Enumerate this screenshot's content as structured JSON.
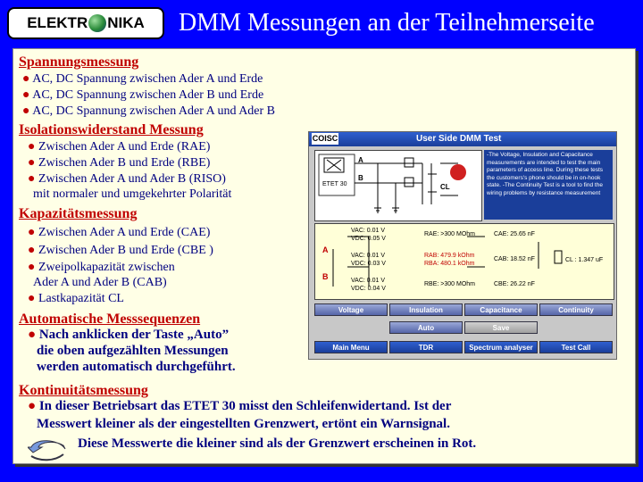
{
  "logo": {
    "text_left": "ELEKTR",
    "text_right": "NIKA"
  },
  "title": "DMM Messungen an der Teilnehmerseite",
  "sections": {
    "voltage": {
      "heading": "Spannungsmessung",
      "items": [
        "AC, DC Spannung zwischen Ader A und Erde",
        "AC, DC Spannung zwischen Ader B und Erde",
        "AC, DC Spannung zwischen Ader A und Ader B"
      ]
    },
    "insulation": {
      "heading": "Isolationswiderstand Messung",
      "items": [
        "Zwischen Ader A und Erde (RAE)",
        "Zwischen Ader B und Erde (RBE)",
        "Zwischen Ader A und Ader B (RISO)"
      ],
      "cont": "mit normaler und umgekehrter Polarität"
    },
    "capacitance": {
      "heading": "Kapazitätsmessung",
      "items": [
        "Zwischen Ader A und Erde (CAE)",
        "Zwischen Ader B und Erde (CBE )",
        "Zweipolkapazität zwischen",
        "Lastkapazität CL"
      ],
      "cont": "Ader A und Ader B (CAB)"
    },
    "auto": {
      "heading": "Automatische Messsequenzen",
      "item": "Nach anklicken der Taste „Auto”",
      "lines": [
        "die oben aufgezählten Messungen",
        "werden automatisch durchgeführt."
      ]
    },
    "continuity": {
      "heading": "Kontinuitätsmessung",
      "item": "In dieser Betriebsart das ETET 30 misst den Schleifenwidertand. Ist der",
      "line2": "Messwert kleiner als der eingestellten Grenzwert, ertönt ein Warnsignal.",
      "line3": "Diese Messwerte die kleiner sind als der Grenzwert erscheinen in Rot."
    }
  },
  "screen": {
    "tag": "COISC",
    "title": "User Side DMM Test",
    "etet_label": "ETET 30",
    "label_a": "A",
    "label_b": "B",
    "label_cl": "CL",
    "info": "-The Voltage, Insulation and Capacitance measurements are intended to test the main parameters of access line. During these tests the customers's phone should be in on-hook state. -The Continuity Test is a tool to find the wiring problems by resistance measurement",
    "rows": [
      {
        "v1": "VAC: 0.01 V",
        "v2": "VDC: 0.05 V",
        "r": "RAE: >300 MOhm",
        "c": "CAE: 25.65 nF"
      },
      {
        "v1": "VAC: 0.01 V",
        "v2": "VDC: 0.03 V",
        "r1": "RAB: 479.9 kOhm",
        "r2": "RBA: 480.1 kOhm",
        "c": "CAB: 18.52 nF",
        "cl": "CL : 1.347 uF"
      },
      {
        "v1": "VAC: 0.01 V",
        "v2": "VDC: 0.04 V",
        "r": "RBE: >300 MOhm",
        "c": "CBE: 26.22 nF"
      }
    ],
    "mode_buttons": [
      "Voltage",
      "Insulation",
      "Capacitance",
      "Continuity"
    ],
    "auto_btn": "Auto",
    "save_btn": "Save",
    "nav_buttons": [
      "Main Menu",
      "TDR",
      "Spectrum analyser",
      "Test Call"
    ]
  },
  "colors": {
    "background": "#0000ff",
    "heading": "#c00000",
    "text": "#000080",
    "panel": "#ffffe6"
  }
}
